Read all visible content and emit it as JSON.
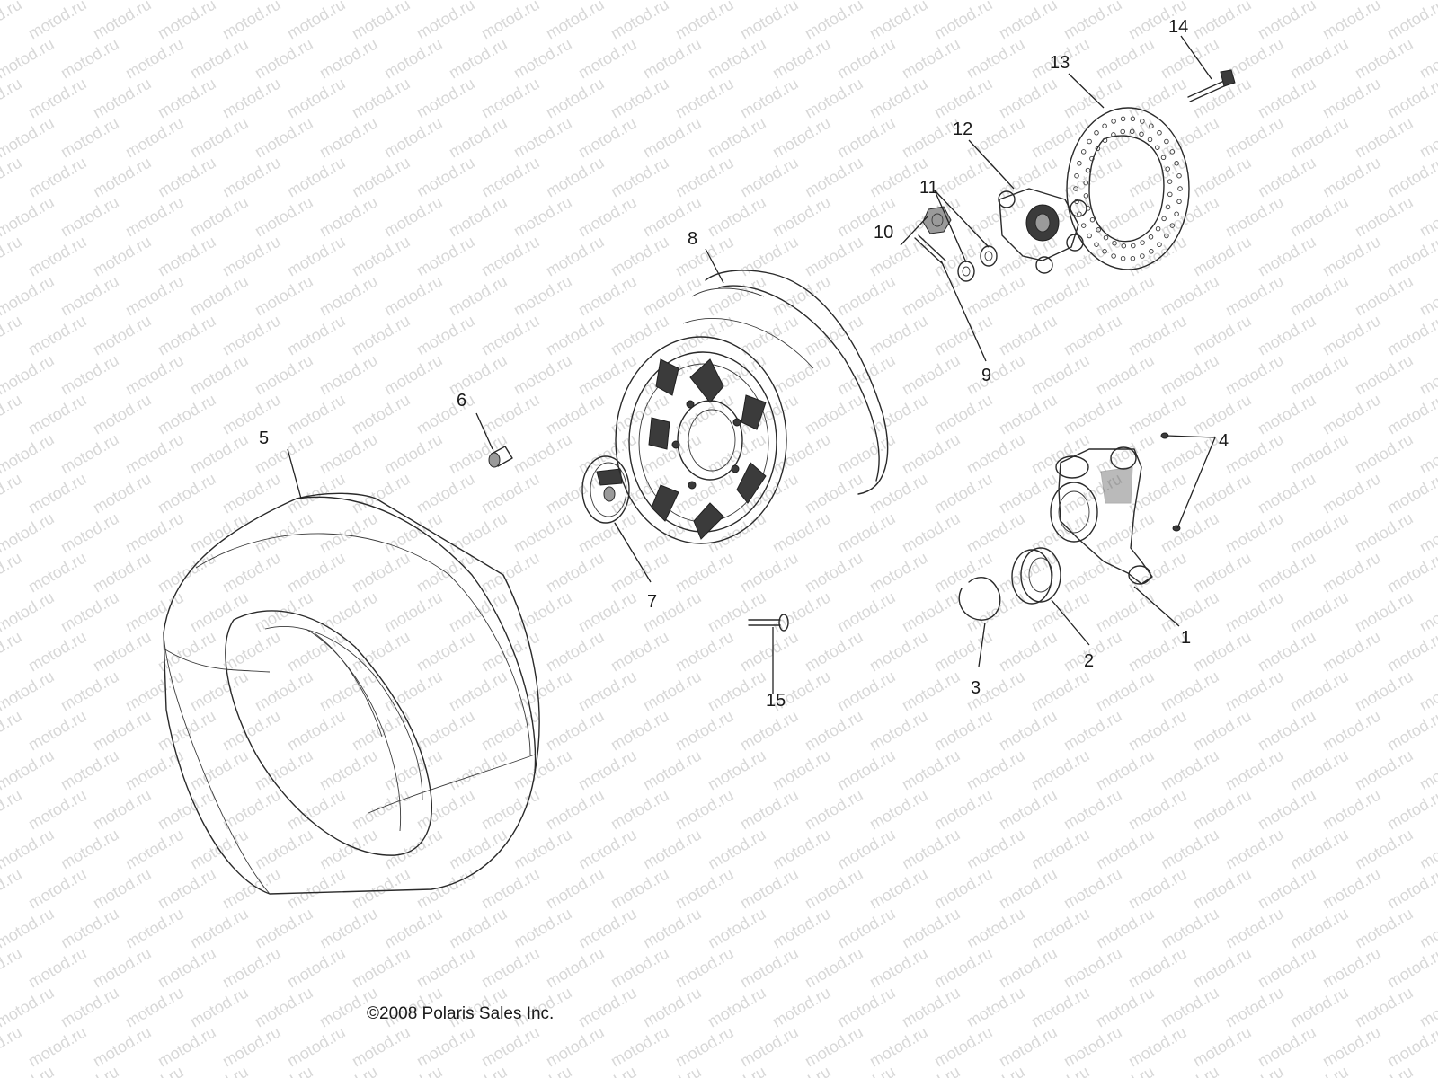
{
  "watermark": "motod.ru",
  "callouts": [
    "1",
    "2",
    "3",
    "4",
    "5",
    "6",
    "7",
    "8",
    "9",
    "10",
    "11",
    "12",
    "13",
    "14",
    "15"
  ],
  "copyright": "©2008 Polaris Sales Inc."
}
